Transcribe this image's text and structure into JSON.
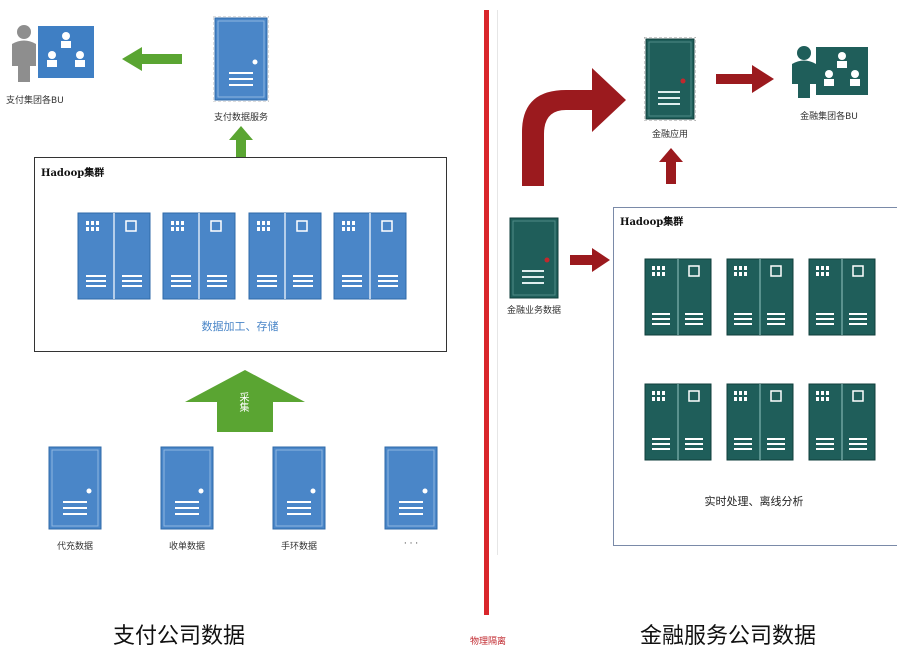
{
  "left": {
    "bu_label": "支付集团各BU",
    "service_label": "支付数据服务",
    "cluster_title": "Hadoop集群",
    "cluster_caption": "数据加工、存储",
    "arrow_text": "采集",
    "sources": [
      "代充数据",
      "收单数据",
      "手环数据",
      "· · ·"
    ],
    "footer": "支付公司数据"
  },
  "divider": {
    "label": "物理隔离",
    "color": "#d9262b"
  },
  "right": {
    "app_label": "金融应用",
    "bu_label": "金融集团各BU",
    "business_label": "金融业务数据",
    "cluster_title": "Hadoop集群",
    "cluster_caption": "实时处理、离线分析",
    "footer": "金融服务公司数据"
  },
  "colors": {
    "blue_server": "#4a86c8",
    "teal_server": "#1f5e5a",
    "green_arrow": "#5aa532",
    "red_arrow": "#9b1a1e"
  }
}
